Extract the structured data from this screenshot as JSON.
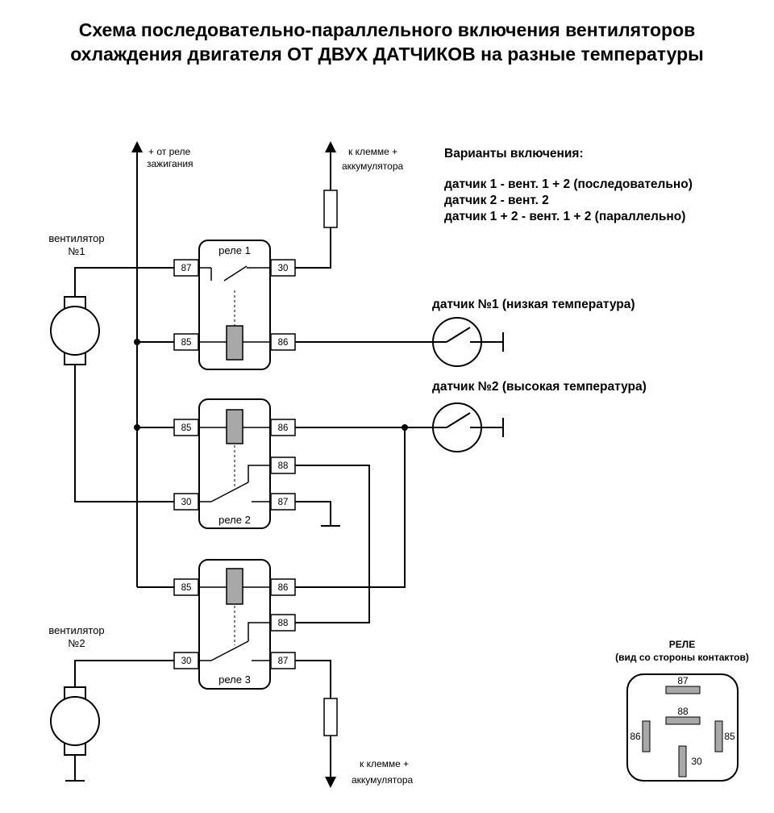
{
  "title": {
    "line1": "Схема последовательно-параллельного включения вентиляторов",
    "line2": "охлаждения двигателя ОТ ДВУХ ДАТЧИКОВ на разные температуры"
  },
  "labels": {
    "ignition_line1": "+ от реле",
    "ignition_line2": "зажигания",
    "battery_top_line1": "к клемме +",
    "battery_top_line2": "аккумулятора",
    "battery_bottom_line1": "к клемме +",
    "battery_bottom_line2": "аккумулятора",
    "fan1_line1": "вентилятор",
    "fan1_line2": "№1",
    "fan2_line1": "вентилятор",
    "fan2_line2": "№2",
    "sensor1": "датчик №1 (низкая температура)",
    "sensor2": "датчик №2 (высокая температура)"
  },
  "variants": {
    "heading": "Варианты включения:",
    "items": [
      "датчик 1 - вент. 1 + 2 (последовательно)",
      "датчик 2 - вент. 2",
      "датчик 1 + 2 - вент. 1 + 2 (параллельно)"
    ]
  },
  "relays": {
    "relay1": {
      "name": "реле 1",
      "pins": [
        "87",
        "30",
        "85",
        "86"
      ]
    },
    "relay2": {
      "name": "реле 2",
      "pins": [
        "85",
        "86",
        "88",
        "30",
        "87"
      ]
    },
    "relay3": {
      "name": "реле 3",
      "pins": [
        "85",
        "86",
        "88",
        "30",
        "87"
      ]
    }
  },
  "pinout": {
    "title": "РЕЛЕ",
    "subtitle": "(вид со стороны контактов)",
    "pins": [
      "87",
      "88",
      "86",
      "85",
      "30"
    ]
  },
  "icons": [
    "arrow-up-icon",
    "arrow-down-icon",
    "fuse-icon",
    "motor-icon",
    "sensor-switch-icon",
    "ground-icon"
  ]
}
